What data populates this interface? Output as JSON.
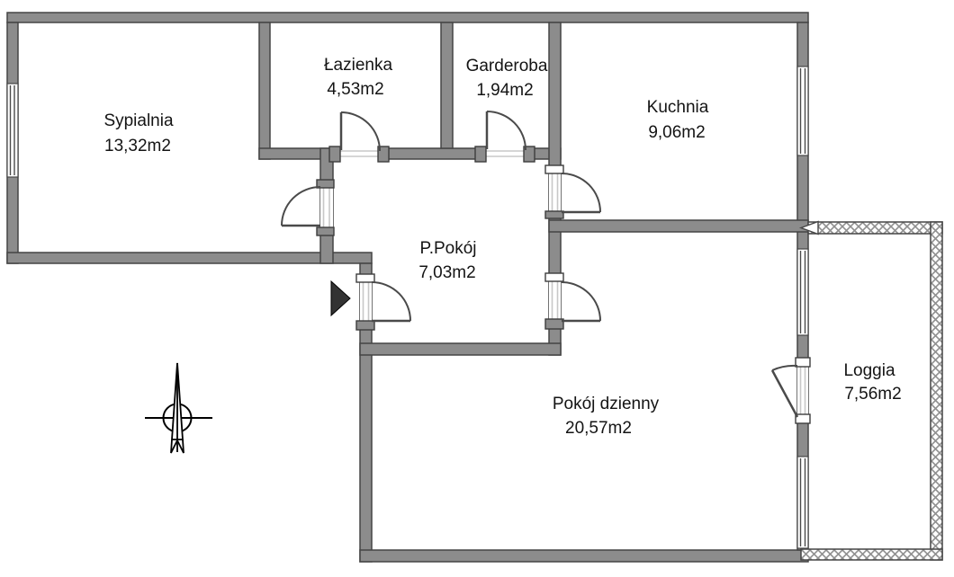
{
  "plan": {
    "type": "apartment-floor-plan",
    "background": "#ffffff",
    "units": "m2"
  },
  "rooms": [
    {
      "name": "Sypialnia",
      "area": "13,32m2"
    },
    {
      "name": "Łazienka",
      "area": "4,53m2"
    },
    {
      "name": "Garderoba",
      "area": "1,94m2"
    },
    {
      "name": "Kuchnia",
      "area": "9,06m2"
    },
    {
      "name": "P.Pokój",
      "area": "7,03m2"
    },
    {
      "name": "Pokój dzienny",
      "area": "20,57m2"
    },
    {
      "name": "Loggia",
      "area": "7,56m2"
    }
  ],
  "markers": {
    "entrance": "entrance-arrow",
    "north": "compass-north-arrow"
  },
  "colors": {
    "wall_fill": "#8c8c8c",
    "wall_outline": "#454545",
    "door_arc": "#4a4a4a",
    "opening_line": "#c8c8c8",
    "text": "#141414"
  }
}
